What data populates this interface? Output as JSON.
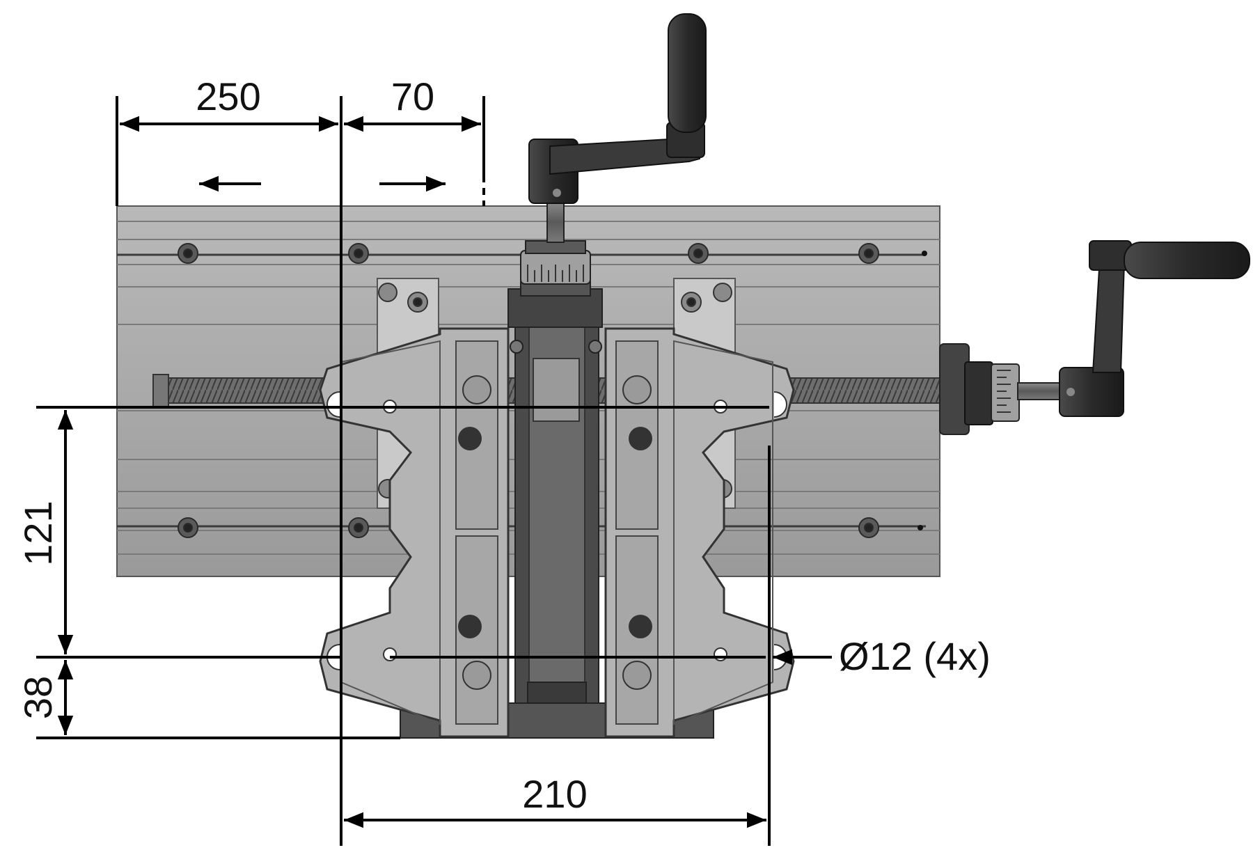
{
  "drawing": {
    "dimensions": {
      "top_left": "250",
      "top_right": "70",
      "bottom": "210",
      "left_upper": "121",
      "left_lower": "38",
      "hole_callout": "Ø12 (4x)"
    }
  }
}
